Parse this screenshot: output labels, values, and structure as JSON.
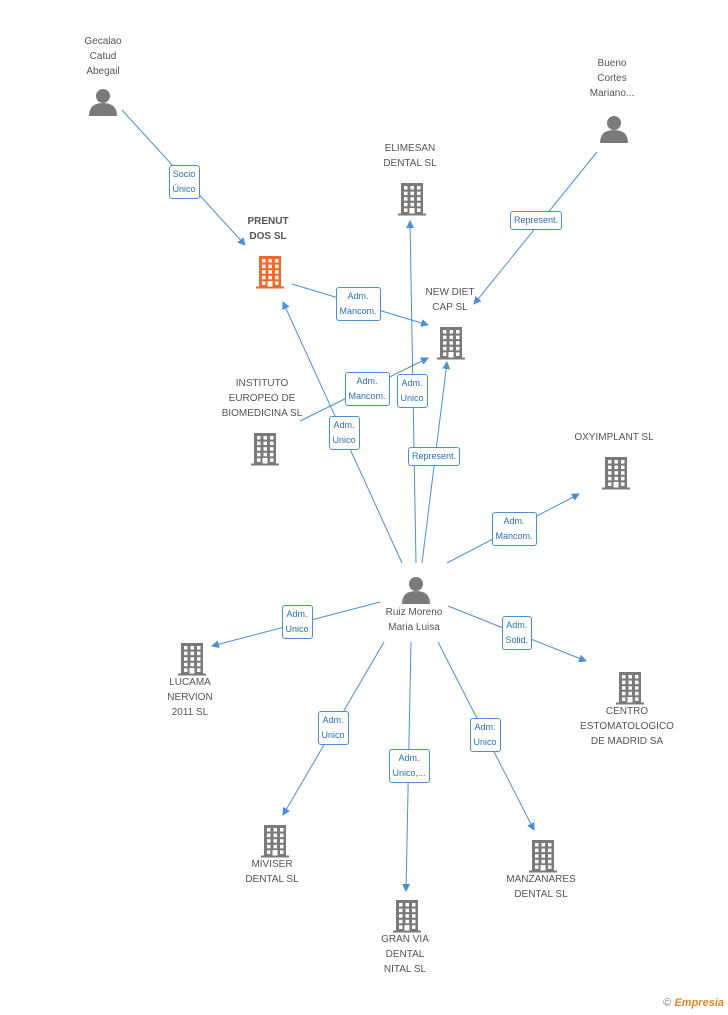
{
  "colors": {
    "edge": "#4a90d9",
    "node": "#7a7a7a",
    "focus_node": "#f26a2a"
  },
  "nodes": [
    {
      "id": "gecalao",
      "kind": "person",
      "label": "Gecalao\nCatud\nAbegail"
    },
    {
      "id": "bueno",
      "kind": "person",
      "label": "Bueno\nCortes\nMariano..."
    },
    {
      "id": "elimesan",
      "kind": "company",
      "label": "ELIMESAN\nDENTAL SL"
    },
    {
      "id": "prenut",
      "kind": "company",
      "focus": true,
      "label": "PRENUT\nDOS SL"
    },
    {
      "id": "newdiet",
      "kind": "company",
      "label": "NEW DIET\nCAP SL"
    },
    {
      "id": "instituto",
      "kind": "company",
      "label": "INSTITUTO\nEUROPEO DE\nBIOMEDICINA SL"
    },
    {
      "id": "oxyimplant",
      "kind": "company",
      "label": "OXYIMPLANT  SL"
    },
    {
      "id": "ruiz",
      "kind": "person",
      "label": "Ruiz Moreno\nMaria Luisa"
    },
    {
      "id": "lucama",
      "kind": "company",
      "label": "LUCAMA\nNERVION\n2011 SL"
    },
    {
      "id": "centro",
      "kind": "company",
      "label": "CENTRO\nESTOMATOLOGICO\nDE MADRID SA"
    },
    {
      "id": "miviser",
      "kind": "company",
      "label": "MIVISER\nDENTAL SL"
    },
    {
      "id": "manzanares",
      "kind": "company",
      "label": "MANZANARES\nDENTAL SL"
    },
    {
      "id": "granvia",
      "kind": "company",
      "label": "GRAN VIA\nDENTAL\nNITAL SL"
    }
  ],
  "edges": [
    {
      "from": "gecalao",
      "to": "prenut",
      "label": "Socio\nÚnico"
    },
    {
      "from": "bueno",
      "to": "newdiet",
      "label": "Represent."
    },
    {
      "from": "prenut",
      "to": "newdiet",
      "label": "Adm.\nMancom."
    },
    {
      "from": "instituto",
      "to": "newdiet",
      "label": "Adm.\nMancom."
    },
    {
      "from": "ruiz",
      "to": "elimesan",
      "label": "Adm.\nUnico"
    },
    {
      "from": "ruiz",
      "to": "prenut",
      "label": "Adm.\nUnico"
    },
    {
      "from": "ruiz",
      "to": "newdiet",
      "label": "Represent."
    },
    {
      "from": "ruiz",
      "to": "oxyimplant",
      "label": "Adm.\nMancom."
    },
    {
      "from": "ruiz",
      "to": "lucama",
      "label": "Adm.\nUnico"
    },
    {
      "from": "ruiz",
      "to": "centro",
      "label": "Adm.\nSolid."
    },
    {
      "from": "ruiz",
      "to": "miviser",
      "label": "Adm.\nUnico"
    },
    {
      "from": "ruiz",
      "to": "granvia",
      "label": "Adm.\nUnico,..."
    },
    {
      "from": "ruiz",
      "to": "manzanares",
      "label": "Adm.\nUnico"
    }
  ],
  "copyright": {
    "symbol": "©",
    "brand": "Empresia"
  }
}
